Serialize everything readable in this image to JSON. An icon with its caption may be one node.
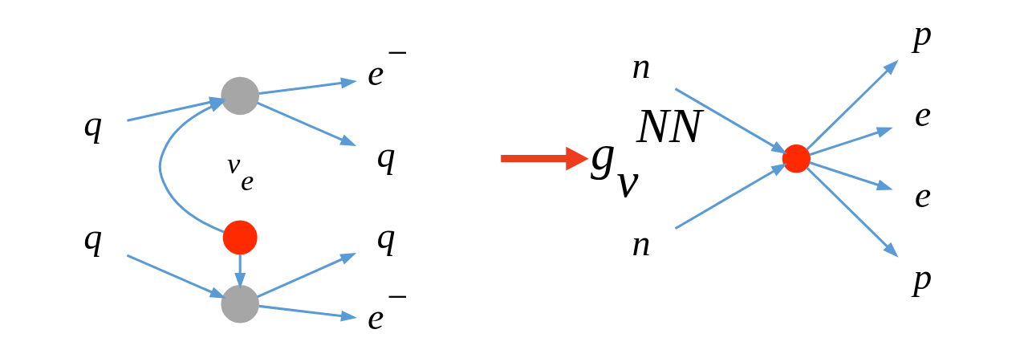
{
  "diagram": {
    "nodes": [
      {
        "text": [
          "q"
        ]
      },
      {
        "text": [],
        "shape": "circle"
      },
      {
        "text": [
          "e$^{−}$"
        ]
      },
      {
        "text": [
          "q"
        ]
      },
      {
        "text": [],
        "shape": "circle",
        "beside": [
          "ν$_{e}$"
        ]
      },
      {
        "text": [
          "q"
        ]
      },
      {
        "text": [],
        "shape": "circle"
      },
      {
        "text": [
          "q"
        ]
      },
      {
        "text": [
          "e$^{−}$"
        ]
      },
      {
        "text": [
          "g$_{ν}$$^{NN}$"
        ]
      },
      {
        "text": [
          "n"
        ]
      },
      {
        "text": [
          "n"
        ]
      },
      {
        "text": [],
        "shape": "circle"
      },
      {
        "text": [
          "p"
        ]
      },
      {
        "text": [
          "e"
        ]
      },
      {
        "text": [
          "e"
        ]
      },
      {
        "text": [
          "p"
        ]
      }
    ],
    "edges": [
      {
        "from": 0,
        "to": 1,
        "arrow": "to"
      },
      {
        "from": 1,
        "to": 2,
        "arrow": "to"
      },
      {
        "from": 1,
        "to": 3,
        "arrow": "to"
      },
      {
        "from": 4,
        "to": 1,
        "arrow": "to"
      },
      {
        "from": 4,
        "to": 6,
        "arrow": "to"
      },
      {
        "from": 5,
        "to": 6,
        "arrow": "to"
      },
      {
        "from": 6,
        "to": 7,
        "arrow": "to"
      },
      {
        "from": 6,
        "to": 8,
        "arrow": "to"
      },
      {
        "from": null,
        "to": 9,
        "arrow": "to",
        "style": "thick",
        "color": "#f03c1e"
      },
      {
        "from": 10,
        "to": 12,
        "arrow": "to"
      },
      {
        "from": 11,
        "to": 12,
        "arrow": "to"
      },
      {
        "from": 12,
        "to": 13,
        "arrow": "to"
      },
      {
        "from": 12,
        "to": 14,
        "arrow": "to"
      },
      {
        "from": 12,
        "to": 15,
        "arrow": "to"
      },
      {
        "from": 12,
        "to": 16,
        "arrow": "to"
      }
    ]
  }
}
